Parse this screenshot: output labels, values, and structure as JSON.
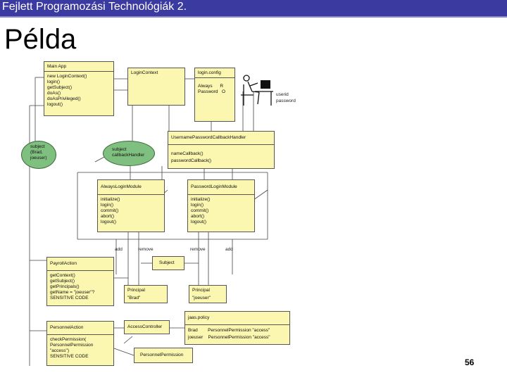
{
  "header": {
    "text": "Fejlett Programozási Technológiák 2."
  },
  "slide": {
    "title": "Példa",
    "page_number": "56"
  },
  "diagram": {
    "main_app": {
      "title": "Main App",
      "methods": "new LoginContext()\nlogin()\ngetSubject()\ndoAs()\ndoAsPrivileged()\nlogout()"
    },
    "login_context": {
      "title": "LoginContext"
    },
    "login_config": {
      "title": "login.config",
      "body": "Always      R\nPassword   O"
    },
    "user_labels": {
      "userid": "userid",
      "password": "password"
    },
    "subject_oval": {
      "text": "subject\n(Brad,\njoeuser)"
    },
    "handler_oval": {
      "text": "subject\ncallbackHandler"
    },
    "callback_handler": {
      "title": "UsernamePasswordCallbackHandler",
      "methods": "nameCallback()\npasswordCallback()"
    },
    "always_module": {
      "title": "AlwaysLoginModule",
      "methods": "initialize()\nlogin()\ncommit()\nabort()\nlogout()"
    },
    "password_module": {
      "title": "PasswordLoginModule",
      "methods": "initialize()\nlogin()\ncommit()\nabort()\nlogout()"
    },
    "edge_labels": {
      "add1": "add",
      "remove1": "remove",
      "remove2": "remove",
      "add2": "add"
    },
    "payroll_action": {
      "title": "PayrollAction",
      "methods": "getContext()\ngetSubject()\ngetPrincipals()\ngetName = \"joeuser\"?\nSENSITIVE CODE"
    },
    "subject_box": {
      "title": "Subject"
    },
    "principal_brad": {
      "title": "Principal",
      "value": "\"Brad\""
    },
    "principal_joe": {
      "title": "Principal",
      "value": "\"joeuser\""
    },
    "jaas_policy": {
      "title": "jaas.policy",
      "body": "Brad        PersonnelPermission \"access\"\njoeuser    PersonnelPermission \"access\""
    },
    "personnel_action": {
      "title": "PersonnelAction",
      "methods": "checkPermission(\nPersonnelPermission\n\"access\")\nSENSITIVE CODE"
    },
    "access_controller": {
      "title": "AccessController"
    },
    "personnel_permission": {
      "title": "PersonnelPermission"
    }
  }
}
